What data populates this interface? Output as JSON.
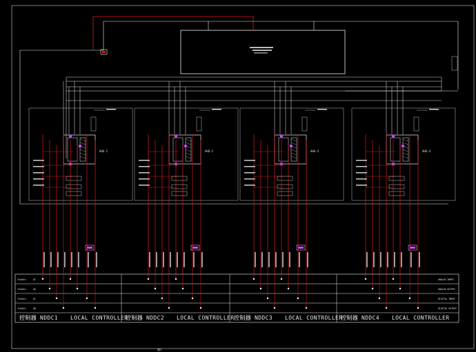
{
  "diagram": {
    "colors": {
      "background": "#000000",
      "white_line": "#f2f2f2",
      "red_line": "#e01818",
      "magenta": "#e040ff",
      "tag_pink": "#ffb0d0"
    },
    "controllers": [
      {
        "id": "NDDC1",
        "label": "NDDC1",
        "caption": "LOCAL CONTROLLER",
        "prefix": "控制器"
      },
      {
        "id": "NDDC2",
        "label": "NDDC2",
        "caption": "LOCAL CONTROLLER",
        "prefix": "控制器"
      },
      {
        "id": "NDDC3",
        "label": "NDDC3",
        "caption": "LOCAL CONTROLLER",
        "prefix": "控制器"
      },
      {
        "id": "NDDC4",
        "label": "NDDC4",
        "caption": "LOCAL CONTROLLER",
        "prefix": "控制器"
      }
    ],
    "io_rows": [
      {
        "left": "Enable",
        "code": "AI",
        "right": "ANALOG INPUT"
      },
      {
        "left": "Enable",
        "code": "AO",
        "right": "ANALOG OUTPUT"
      },
      {
        "left": "Enable",
        "code": "DI",
        "right": "DIGITAL INPUT"
      },
      {
        "left": "Enable",
        "code": "DO",
        "right": "DIGITAL OUTPUT"
      }
    ],
    "units": [
      {
        "tag": "AHU-1"
      },
      {
        "tag": "AHU-2"
      },
      {
        "tag": "AHU-3"
      },
      {
        "tag": "AHU-4"
      }
    ],
    "bottom_note": "图1"
  }
}
